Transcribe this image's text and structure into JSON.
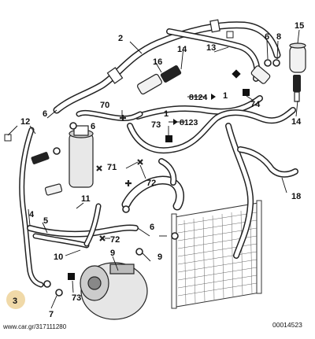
{
  "diagram": {
    "labels": {
      "l1a": "1",
      "l1b": "1",
      "l2": "2",
      "l3": "3",
      "l4": "4",
      "l5": "5",
      "l6a": "6",
      "l6b": "6",
      "l6c": "6",
      "l6d": "6",
      "l7": "7",
      "l8": "8",
      "l9a": "9",
      "l9b": "9",
      "l10": "10",
      "l11": "11",
      "l12": "12",
      "l13": "13",
      "l14a": "14",
      "l14b": "14",
      "l15": "15",
      "l16": "16",
      "l18": "18",
      "l70": "70",
      "l71": "71",
      "l72a": "72",
      "l72b": "72",
      "l73a": "73",
      "l73b": "73",
      "l74": "74"
    },
    "refs": {
      "r8124": "8124",
      "r8123": "8123"
    },
    "footer": {
      "code": "00014523"
    },
    "watermark": "www.car.gr/317111280"
  }
}
